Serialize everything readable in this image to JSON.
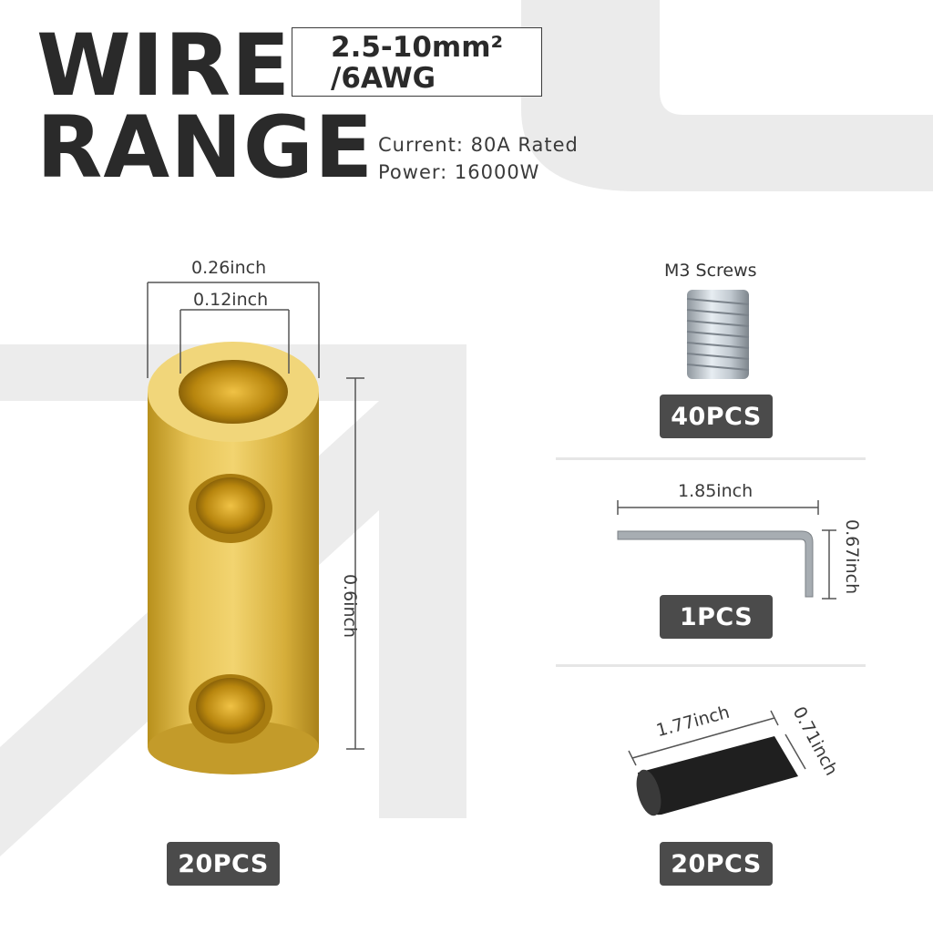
{
  "header": {
    "title_line1": "WIRE",
    "title_line2": "RANGE",
    "spec_line1": "2.5-10mm²",
    "spec_line2": "/6AWG",
    "current": "Current: 80A  Rated",
    "power": "Power: 16000W"
  },
  "connector": {
    "outer_diameter": "0.26inch",
    "inner_diameter": "0.12inch",
    "length": "0.6inch",
    "quantity": "20PCS"
  },
  "screws": {
    "label": "M3 Screws",
    "quantity": "40PCS"
  },
  "hex_key": {
    "length": "1.85inch",
    "height": "0.67inch",
    "quantity": "1PCS"
  },
  "heat_shrink": {
    "length": "1.77inch",
    "diameter": "0.71inch",
    "quantity": "20PCS"
  },
  "colors": {
    "brass": "#d9b23a",
    "badge": "#4b4b4b",
    "background_shape": "#e9e9e9"
  }
}
